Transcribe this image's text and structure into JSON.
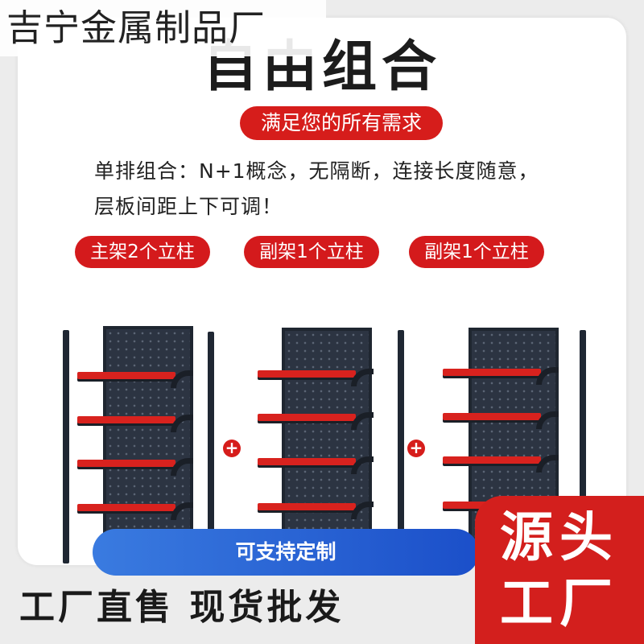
{
  "shop_name": "吉宁金属制品厂",
  "main_title": "自由组合",
  "subtitle": "满足您的所有需求",
  "description": [
    "单排组合：N+1概念，无隔断，连接长度随意，",
    "层板间距上下可调！"
  ],
  "tags": [
    "主架2个立柱",
    "副架1个立柱",
    "副架1个立柱"
  ],
  "plus_symbol": "+",
  "customize_label": "可支持定制",
  "factory_text": "工厂直售 现货批发",
  "badge": [
    "源头",
    "工厂"
  ],
  "colors": {
    "accent_red": "#d61d1b",
    "blue": "#1b4fc9",
    "shelf_board": "#2c3442"
  }
}
